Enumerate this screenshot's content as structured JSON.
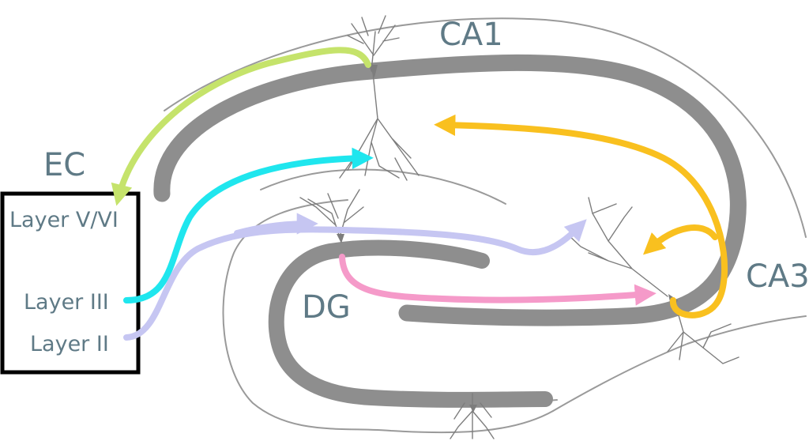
{
  "regions": {
    "ca1": "CA1",
    "ca3": "CA3",
    "dg": "DG",
    "ec": "EC"
  },
  "ec_layers": {
    "layer_v_vi": "Layer V/VI",
    "layer_iii": "Layer III",
    "layer_ii": "Layer II"
  },
  "pathway_colors": {
    "ca1_to_ec_layer_v_vi": "#c5e36b",
    "ec_layer_iii_to_ca1": "#1fe6ee",
    "ec_layer_ii_to_dg_and_ca3": "#c6c6f2",
    "dg_to_ca3": "#f59ac9",
    "ca3_to_ca1_and_recurrent": "#f9c01f"
  },
  "structure_color": "#8e8e8e"
}
